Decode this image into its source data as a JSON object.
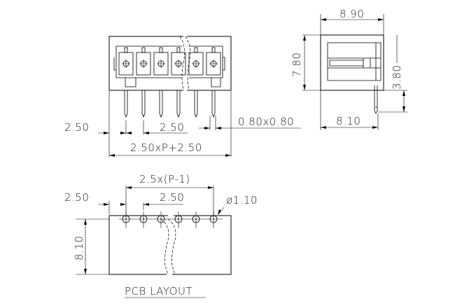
{
  "front_view": {
    "dim_left_pitch": "2.50",
    "dim_middle_pitch": "2.50",
    "dim_pin_size": "0.80x0.80",
    "dim_total_length": "2.50xP+2.50",
    "pin_count_shown": 6
  },
  "side_view": {
    "dim_width": "8.90",
    "dim_height": "7.80",
    "dim_pin_length": "3.80",
    "dim_pin_offset": "8.10"
  },
  "pcb_layout": {
    "title": "PCB LAYOUT",
    "dim_span": "2.5x(P-1)",
    "dim_left_pitch": "2.50",
    "dim_middle_pitch": "2.50",
    "dim_hole_diameter": "ø1.10",
    "dim_depth": "8.10",
    "hole_count_shown": 6
  }
}
